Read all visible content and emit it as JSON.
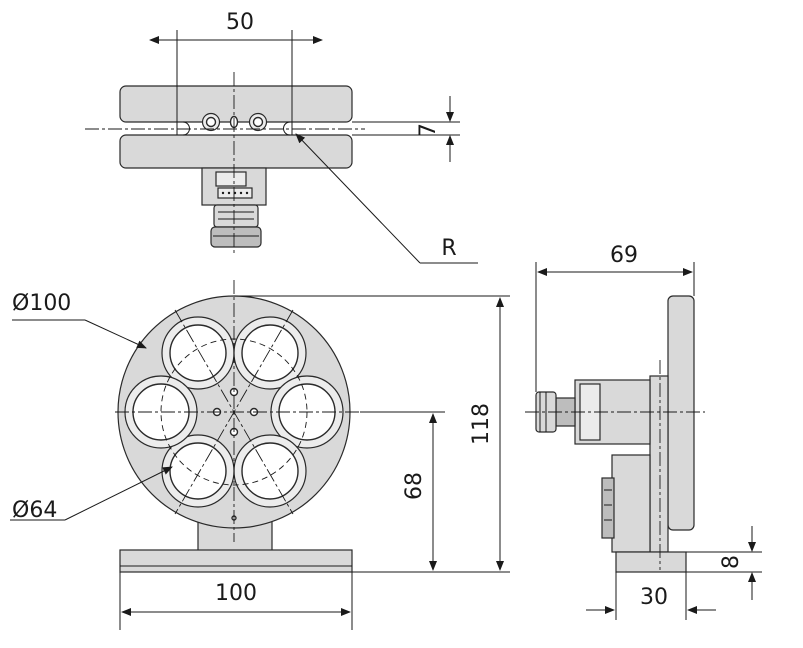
{
  "dimensions": {
    "top_width": "50",
    "slot_width": "7",
    "radius": "R",
    "side_depth": "69",
    "outer_diameter": "Ø100",
    "height_total": "118",
    "center_height": "68",
    "pitch_diameter": "Ø64",
    "base_width": "100",
    "base_depth": "30",
    "base_thickness": "8"
  },
  "colors": {
    "part_fill": "#d9d9d9",
    "line": "#1a1a1a"
  }
}
